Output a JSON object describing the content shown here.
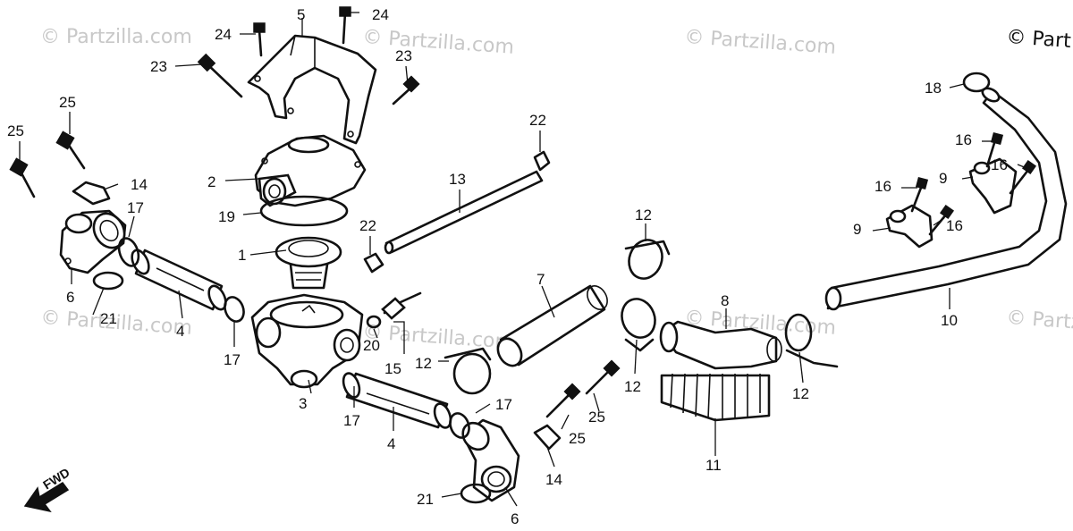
{
  "watermarks": [
    "© Partzilla.com",
    "© Partzilla.com",
    "© Partzilla.com",
    "© Part",
    "© Partzilla.com",
    "© Partzilla.com",
    "© Partzilla.com",
    "© Partz"
  ],
  "callouts": {
    "c1": "1",
    "c2": "2",
    "c3": "3",
    "c4a": "4",
    "c4b": "4",
    "c5": "5",
    "c6a": "6",
    "c6b": "6",
    "c7": "7",
    "c8": "8",
    "c9a": "9",
    "c9b": "9",
    "c10": "10",
    "c11": "11",
    "c12a": "12",
    "c12b": "12",
    "c12c": "12",
    "c12d": "12",
    "c13": "13",
    "c14a": "14",
    "c14b": "14",
    "c15": "15",
    "c16a": "16",
    "c16b": "16",
    "c16c": "16",
    "c16d": "16",
    "c17a": "17",
    "c17b": "17",
    "c17c": "17",
    "c17d": "17",
    "c18": "18",
    "c19": "19",
    "c20": "20",
    "c21a": "21",
    "c21b": "21",
    "c22a": "22",
    "c22b": "22",
    "c23a": "23",
    "c23b": "23",
    "c24a": "24",
    "c24b": "24",
    "c25a": "25",
    "c25b": "25",
    "c25c": "25",
    "c25d": "25"
  },
  "fwd_label": "FWD"
}
